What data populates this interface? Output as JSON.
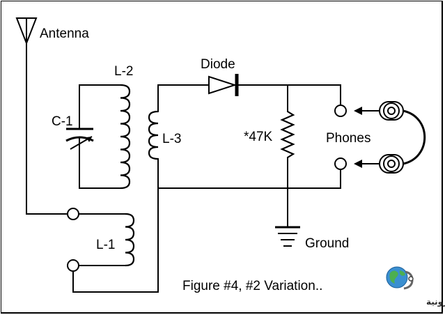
{
  "labels": {
    "antenna": "Antenna",
    "l2": "L-2",
    "c1": "C-1",
    "l3": "L-3",
    "diode": "Diode",
    "resistor": "*47K",
    "phones": "Phones",
    "l1": "L-1",
    "ground": "Ground",
    "caption": "Figure #4, #2 Variation..",
    "watermark": "القرية الالكترونية"
  },
  "icons": {
    "antenna": "antenna-symbol",
    "capacitor": "variable-capacitor-symbol",
    "diode": "diode-symbol",
    "resistor": "resistor-symbol",
    "ground": "ground-symbol",
    "headphones": "headphone-plugs",
    "watermark_logo": "globe-logo"
  },
  "colors": {
    "ink": "#000000",
    "background": "#ffffff",
    "logo_globe": "#3a8fd0",
    "logo_land": "#4caf50"
  }
}
